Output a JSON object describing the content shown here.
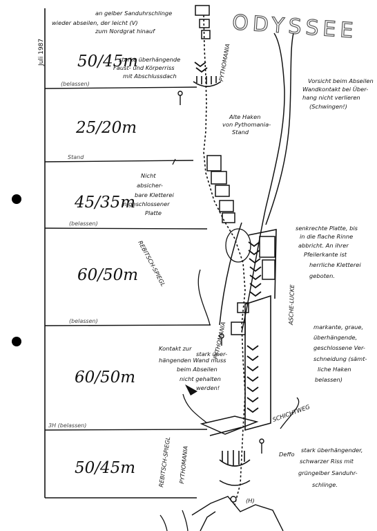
{
  "title": "ODYSSEE",
  "date": "Juli 1987",
  "pitches": [
    {
      "grade": "50/45m"
    },
    {
      "grade": "25/20m"
    },
    {
      "grade": "45/35m"
    },
    {
      "grade": "60/50m"
    },
    {
      "grade": "60/50m"
    },
    {
      "grade": "50/45m"
    }
  ],
  "belays": [
    "(belassen)",
    "Stand",
    "(belassen)",
    "(belassen)",
    "3H (belassen)"
  ],
  "notes": {
    "top": [
      "an gelber Sanduhrschlinge",
      "wieder abseilen, der leicht (V)",
      "zum Nordgrat hinauf"
    ],
    "overhang": [
      "starke überhängende",
      "Faust- und Körperriss",
      "mit Abschlussdach"
    ],
    "abseil_warning": [
      "Vorsicht beim Abseilen",
      "Wandkontakt bei Über-",
      "hang nicht verlieren",
      "(Schwingen!)"
    ],
    "old_pegs": [
      "Alte Haken",
      "von Pythomania-",
      "Stand"
    ],
    "not_protectable": [
      "Nicht",
      "absicher-",
      "bare Kletterei",
      "in geschlossener",
      "Platte"
    ],
    "vertical_slab": [
      "senkrechte Platte, bis",
      "in die flache Rinne",
      "abbricht. An ihrer",
      "Pfeilerkante ist",
      "herrliche Kletterei",
      "geboten."
    ],
    "crack_features": [
      "markante, graue,",
      "überhängende,",
      "geschlossene Ver-",
      "schneidung (sämt-",
      "liche Haken",
      "belassen)"
    ],
    "contact_warning": [
      "Kontakt zur",
      "stark über-",
      "hängenden Wand muss",
      "beim Abseilen",
      "nicht gehalten",
      "werden!"
    ],
    "bottom_crack": [
      "stark überhängender,",
      "schwarzer Riss mit",
      "grüngelber Sanduhr-",
      "schlinge."
    ]
  },
  "route_labels": [
    "PYTHOMANIA",
    "REBITSCH-SPIEGL",
    "ASCHE-LUCKE",
    "PYTHOMANIA",
    "SCHICHTWEG",
    "REBITSCH-SPIEGL",
    "PYTHOMANIA",
    "Deffo",
    "(H)"
  ]
}
